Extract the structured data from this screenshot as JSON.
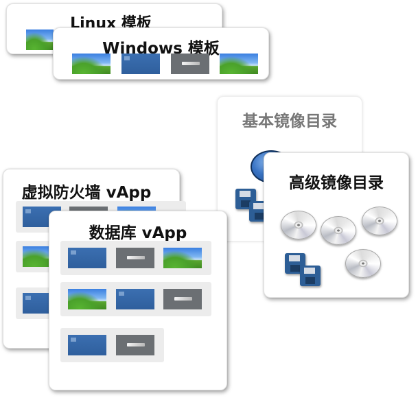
{
  "templates": {
    "linux": {
      "title": "Linux 模板"
    },
    "windows": {
      "title": "Windows 模板"
    }
  },
  "catalogs": {
    "basic": {
      "title": "基本镜像目录"
    },
    "advanced": {
      "title": "高级镜像目录"
    }
  },
  "vapps": {
    "firewall": {
      "title": "虚拟防火墙 vApp"
    },
    "database": {
      "title": "数据库 vApp"
    }
  }
}
